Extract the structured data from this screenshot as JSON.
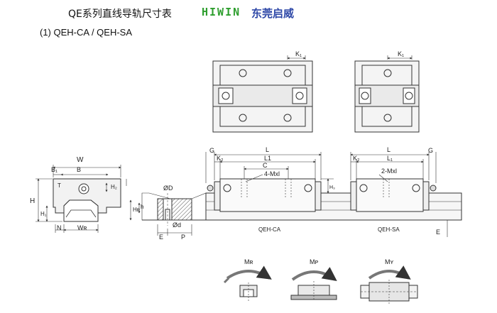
{
  "header": {
    "title": "QE系列直线导轨尺寸表",
    "brand": "HIWIN",
    "dealer": "东莞启威"
  },
  "subtitle": "(1) QEH-CA / QEH-SA",
  "labels": {
    "W": "W",
    "B": "B",
    "B1": "B₁",
    "T": "T",
    "H": "H",
    "H1": "H₁",
    "H2": "H₂",
    "N": "N",
    "WR": "Wʀ",
    "phiD": "ØD",
    "phid": "Ød",
    "h": "h",
    "HR": "Hʀ",
    "E": "E",
    "P": "P",
    "G": "G",
    "K2": "K₂",
    "K1": "K₁",
    "L": "L",
    "L1": "L1",
    "L1b": "L₁",
    "C": "C",
    "mxl4": "4-Mxl",
    "mxl2": "2-Mxl",
    "HH": "H",
    "H3": "H₃"
  },
  "blocks": {
    "ca": "QEH-CA",
    "sa": "QEH-SA"
  },
  "moments": {
    "mr": "Mʀ",
    "mp": "Mᴘ",
    "my": "Mʏ"
  }
}
